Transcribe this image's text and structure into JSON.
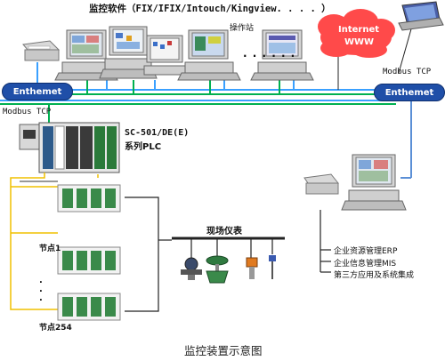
{
  "header": {
    "software_title": "监控软件（FIX/IFIX/Intouch/Kingview. . . . ）",
    "operator_station": "操作站"
  },
  "network": {
    "ethernet_left": "Enthemet",
    "ethernet_right": "Enthemet",
    "modbus_left": "Modbus TCP",
    "modbus_right": "Modbus TCP",
    "cloud_line1": "Internet",
    "cloud_line2": "WWW"
  },
  "ellipsis": "· · · · · ·",
  "plc": {
    "model": "SC-501/DE(E)",
    "series": "系列PLC"
  },
  "nodes": {
    "first": "节点1",
    "last": "节点254",
    "vertical_dots": ".\n.\n."
  },
  "field": {
    "title": "现场仪表"
  },
  "enterprise": {
    "erp": "企业资源管理ERP",
    "mis": "企业信息管理MIS",
    "third_party": "第三方应用及系统集成"
  },
  "caption": "监控装置示意图",
  "colors": {
    "bus_green": "#00b050",
    "bus_blue": "#5b8fd6",
    "pill_blue": "#1f4fa8",
    "serial_yellow": "#f0c000",
    "cloud": "#ff4a4a"
  }
}
